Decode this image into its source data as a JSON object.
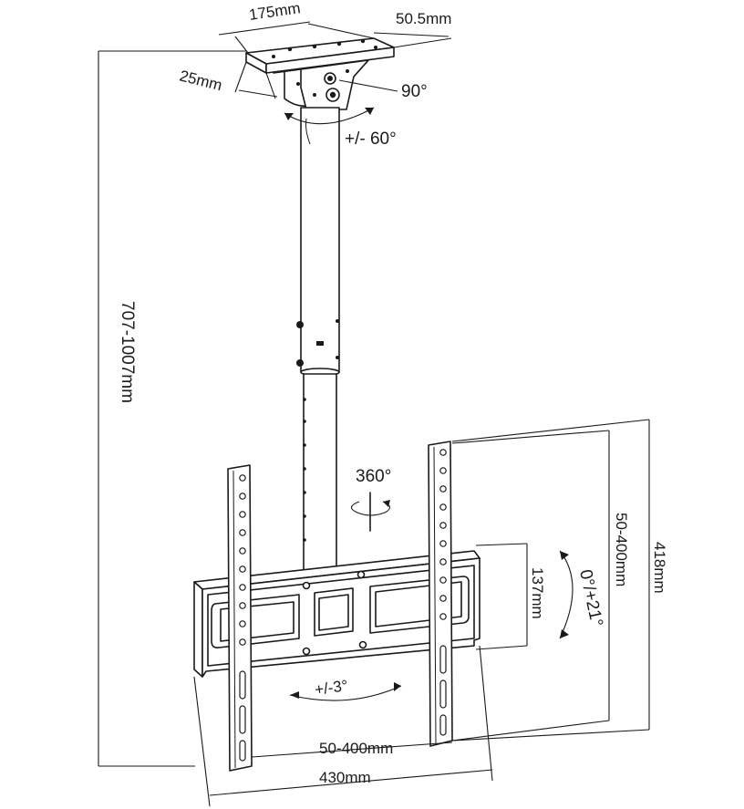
{
  "labels": {
    "plate_width": "175mm",
    "plate_depth": "50.5mm",
    "plate_edge": "25mm",
    "tilt_plate": "90°",
    "swivel_top": "+/- 60°",
    "pole_length": "707-1007mm",
    "rotation": "360°",
    "vesa_vertical": "50-400mm",
    "height_total": "418mm",
    "frame_height": "137mm",
    "tilt_range": "0°/+21°",
    "level_adjust": "+/-3°",
    "vesa_horizontal": "50-400mm",
    "width_total": "430mm"
  }
}
